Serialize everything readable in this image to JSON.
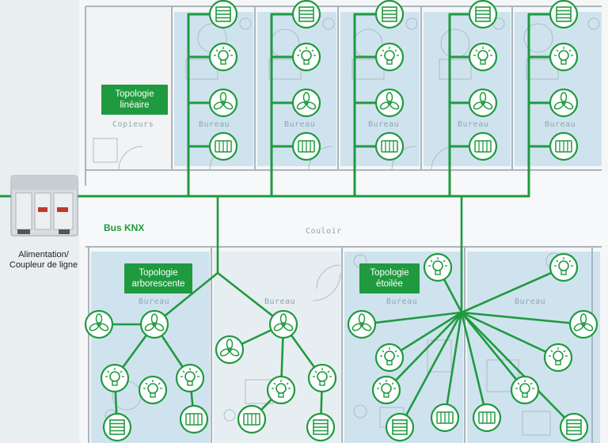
{
  "labels": {
    "copieurs": "Copieurs",
    "bureau": "Bureau",
    "couloir": "Couloir",
    "bus": "Bus KNX",
    "device_line1": "Alimentation/",
    "device_line2": "Coupleur de ligne"
  },
  "topologies": {
    "lineaire": {
      "line1": "Topologie",
      "line2": "linéaire"
    },
    "arborescente": {
      "line1": "Topologie",
      "line2": "arborescente"
    },
    "etoilee": {
      "line1": "Topologie",
      "line2": "étoilée"
    }
  },
  "icons": [
    "blind-icon",
    "lamp-icon",
    "fan-icon",
    "radiator-icon"
  ],
  "colors": {
    "bus": "#1f9a3f",
    "room_fill": "#cfe3ef",
    "wall": "#aab6bd"
  }
}
